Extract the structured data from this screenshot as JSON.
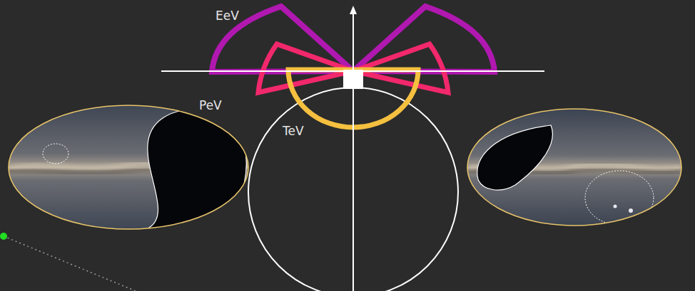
{
  "diagram": {
    "labels": [
      "EeV",
      "PeV",
      "TeV"
    ]
  }
}
